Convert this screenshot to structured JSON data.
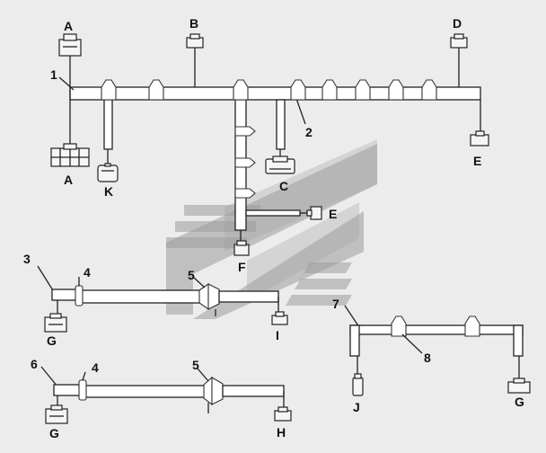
{
  "labels": {
    "A_top": "A",
    "B": "B",
    "D": "D",
    "one": "1",
    "two": "2",
    "E_right": "E",
    "A_bottom": "A",
    "K": "K",
    "C": "C",
    "E_mid": "E",
    "F": "F",
    "three": "3",
    "four_a": "4",
    "five_a": "5",
    "G_a": "G",
    "I": "I",
    "seven": "7",
    "eight": "8",
    "J": "J",
    "G_c": "G",
    "six": "6",
    "four_b": "4",
    "five_b": "5",
    "G_b": "G",
    "H": "H"
  },
  "colors": {
    "line": "#222222",
    "watermark": "#9c9c9c",
    "background": "#ececec"
  }
}
